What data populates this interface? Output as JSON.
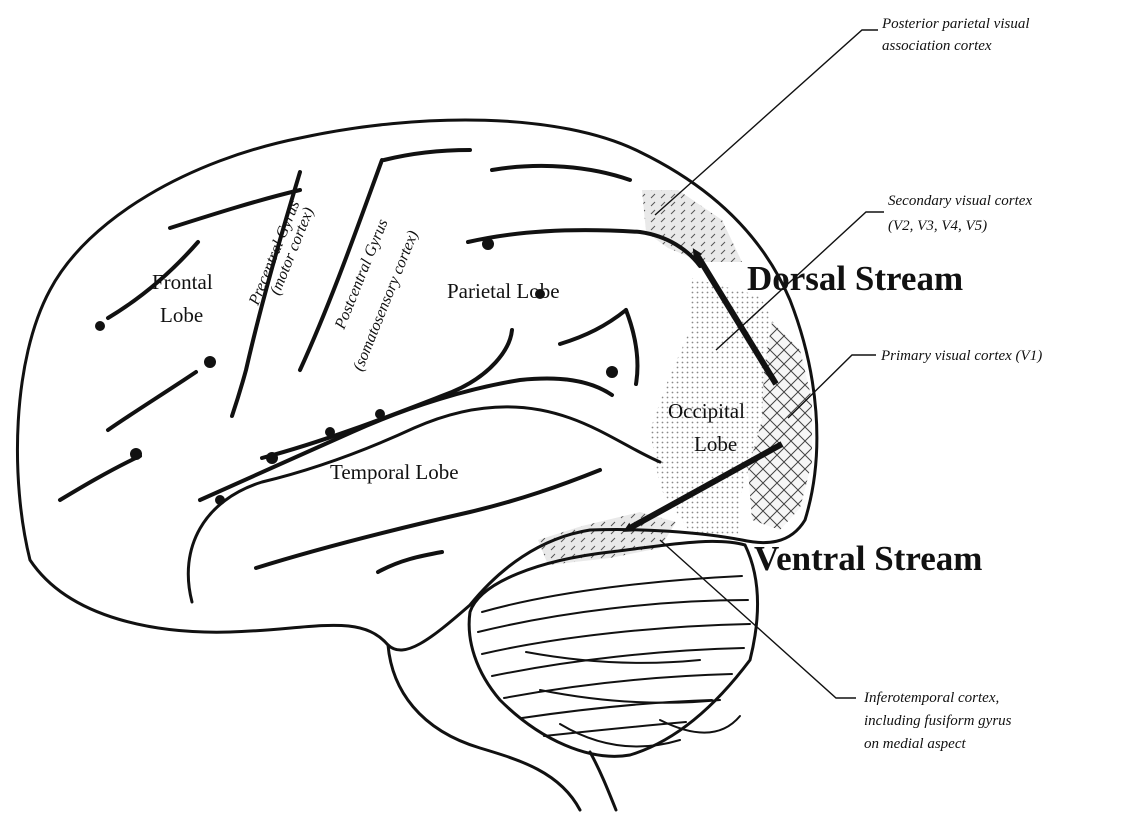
{
  "lobes": {
    "frontal": [
      "Frontal",
      "Lobe"
    ],
    "precentral": [
      "Precentral Gyrus",
      "(motor cortex)"
    ],
    "postcentral": [
      "Postcentral Gyrus",
      "(somatosensory cortex)"
    ],
    "parietal": "Parietal Lobe",
    "occipital": [
      "Occipital",
      "Lobe"
    ],
    "temporal": "Temporal Lobe"
  },
  "streams": {
    "dorsal": "Dorsal Stream",
    "ventral": "Ventral Stream"
  },
  "annotations": {
    "posterior_parietal": [
      "Posterior parietal visual",
      "association cortex"
    ],
    "secondary_visual": [
      "Secondary visual cortex",
      "(V2, V3, V4, V5)"
    ],
    "primary_visual": "Primary visual cortex (V1)",
    "inferotemporal": [
      "Inferotemporal cortex,",
      "including fusiform gyrus",
      "on medial aspect"
    ]
  },
  "colors": {
    "ink": "#111111",
    "background": "#ffffff",
    "shading": "#9a9a9a"
  }
}
